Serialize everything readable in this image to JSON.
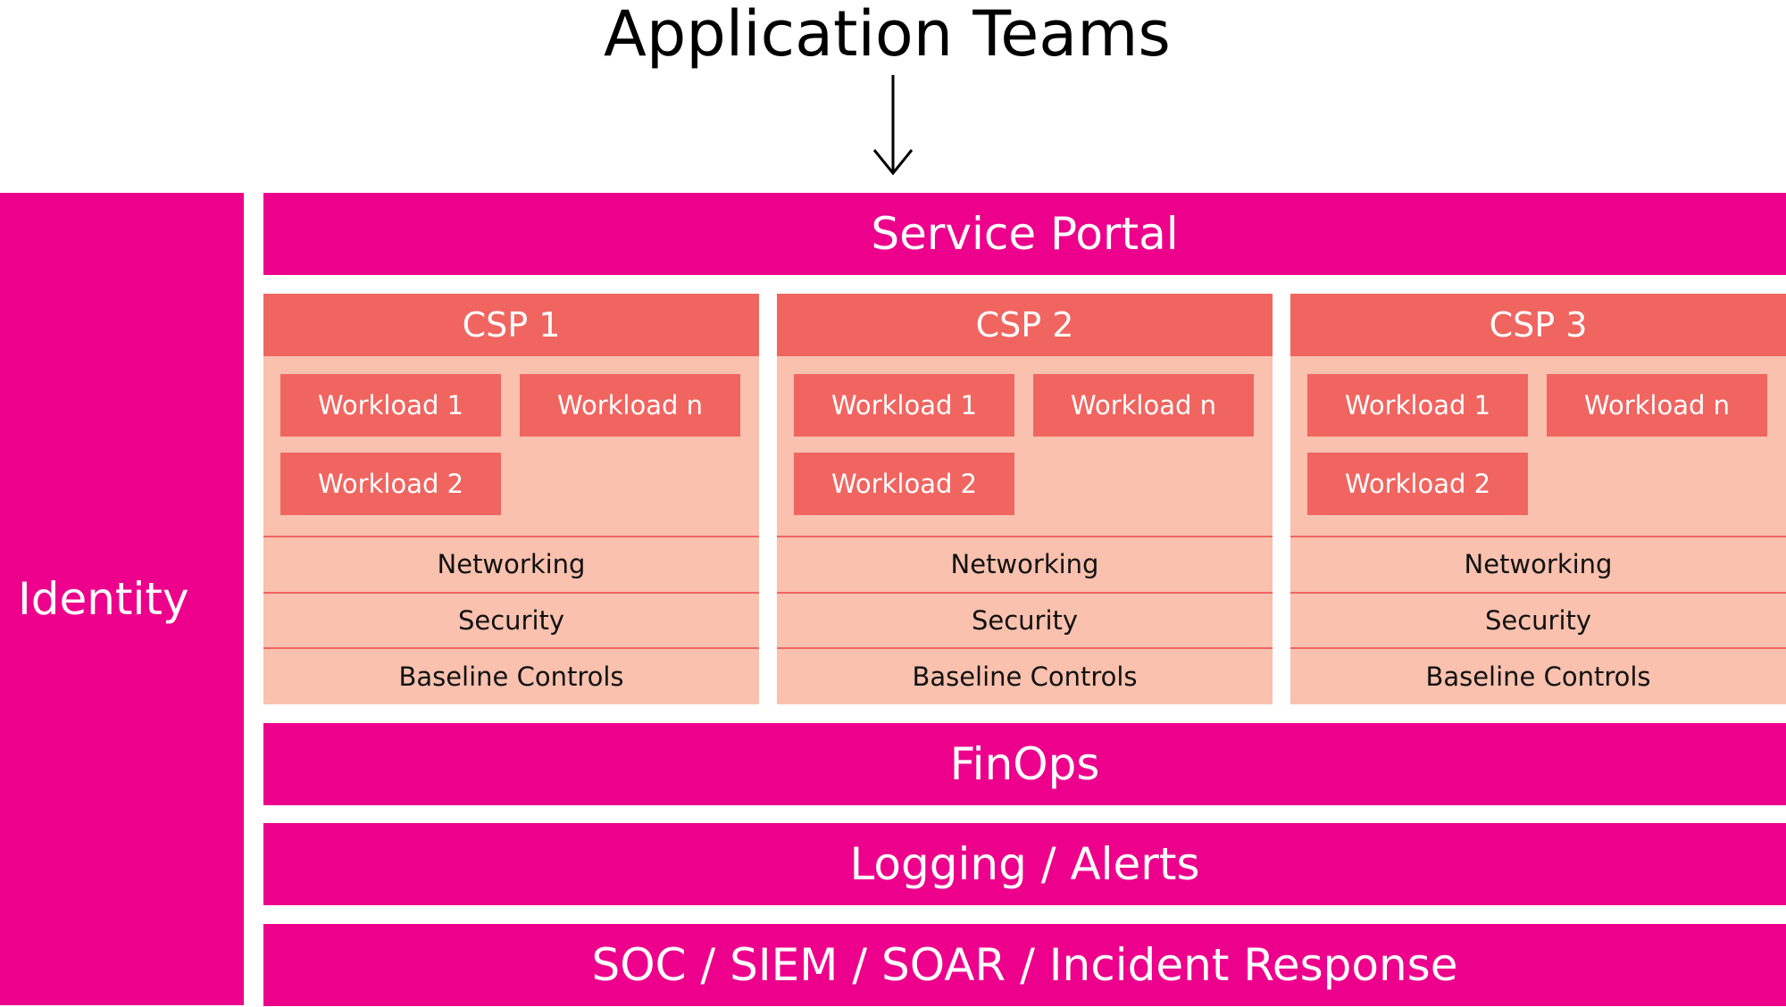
{
  "header": {
    "title": "Application Teams",
    "arrow_icon": "arrow-down-icon"
  },
  "identity": {
    "label": "Identity"
  },
  "service_portal": {
    "label": "Service Portal"
  },
  "csps": [
    {
      "title": "CSP 1",
      "workloads": [
        "Workload 1",
        "Workload n",
        "Workload 2"
      ],
      "layers": [
        "Networking",
        "Security",
        "Baseline Controls"
      ]
    },
    {
      "title": "CSP 2",
      "workloads": [
        "Workload 1",
        "Workload n",
        "Workload 2"
      ],
      "layers": [
        "Networking",
        "Security",
        "Baseline Controls"
      ]
    },
    {
      "title": "CSP 3",
      "workloads": [
        "Workload 1",
        "Workload n",
        "Workload 2"
      ],
      "layers": [
        "Networking",
        "Security",
        "Baseline Controls"
      ]
    }
  ],
  "bottom_layers": {
    "finops": "FinOps",
    "logging": "Logging / Alerts",
    "soc": "SOC / SIEM / SOAR / Incident Response"
  },
  "colors": {
    "magenta": "#ec008c",
    "coral": "#f16560",
    "peach": "#f9c1ae"
  }
}
